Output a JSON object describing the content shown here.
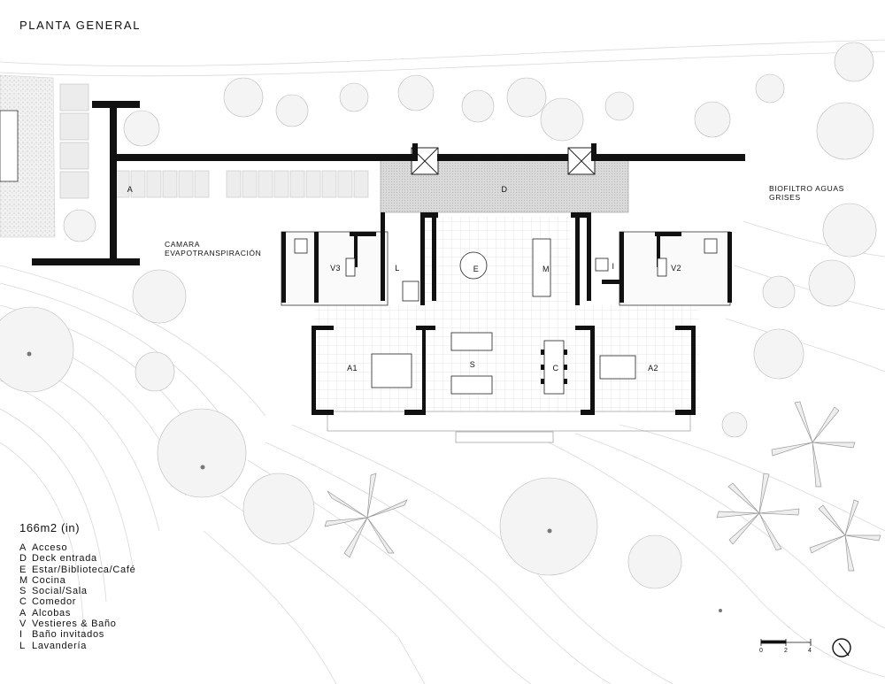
{
  "title": "PLANTA GENERAL",
  "area": "166m2 (in)",
  "legend": [
    {
      "key": "A",
      "label": "Acceso"
    },
    {
      "key": "D",
      "label": "Deck entrada"
    },
    {
      "key": "E",
      "label": "Estar/Biblioteca/Café"
    },
    {
      "key": "M",
      "label": "Cocina"
    },
    {
      "key": "S",
      "label": "Social/Sala"
    },
    {
      "key": "C",
      "label": "Comedor"
    },
    {
      "key": "A",
      "label": "Alcobas"
    },
    {
      "key": "V",
      "label": "Vestieres & Baño"
    },
    {
      "key": "I",
      "label": "Baño invitados"
    },
    {
      "key": "L",
      "label": "Lavandería"
    }
  ],
  "annotations": {
    "camara_line1": "CAMARA",
    "camara_line2": "EVAPOTRANSPIRACIÓN",
    "biofiltro_line1": "BIOFILTRO AGUAS",
    "biofiltro_line2": "GRISES"
  },
  "rooms": {
    "A": "A",
    "D": "D",
    "V3": "V3",
    "L": "L",
    "E": "E",
    "M": "M",
    "I": "I",
    "V2": "V2",
    "A1": "A1",
    "S": "S",
    "C": "C",
    "A2": "A2"
  },
  "scale": {
    "ticks": [
      "0",
      "2",
      "4"
    ]
  },
  "colors": {
    "ink": "#111111",
    "light": "#bdbdbd",
    "deck": "#d6d6d6",
    "vegetation": "#e9e9e9"
  }
}
